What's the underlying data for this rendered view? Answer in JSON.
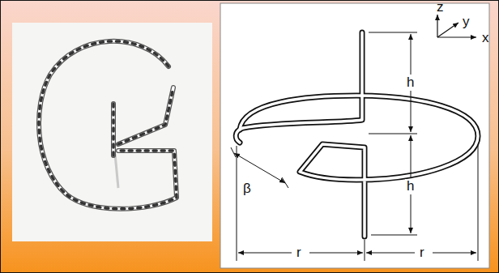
{
  "diagram": {
    "labels": [
      "z",
      "y",
      "x",
      "h",
      "h",
      "β",
      "r",
      "r"
    ]
  }
}
